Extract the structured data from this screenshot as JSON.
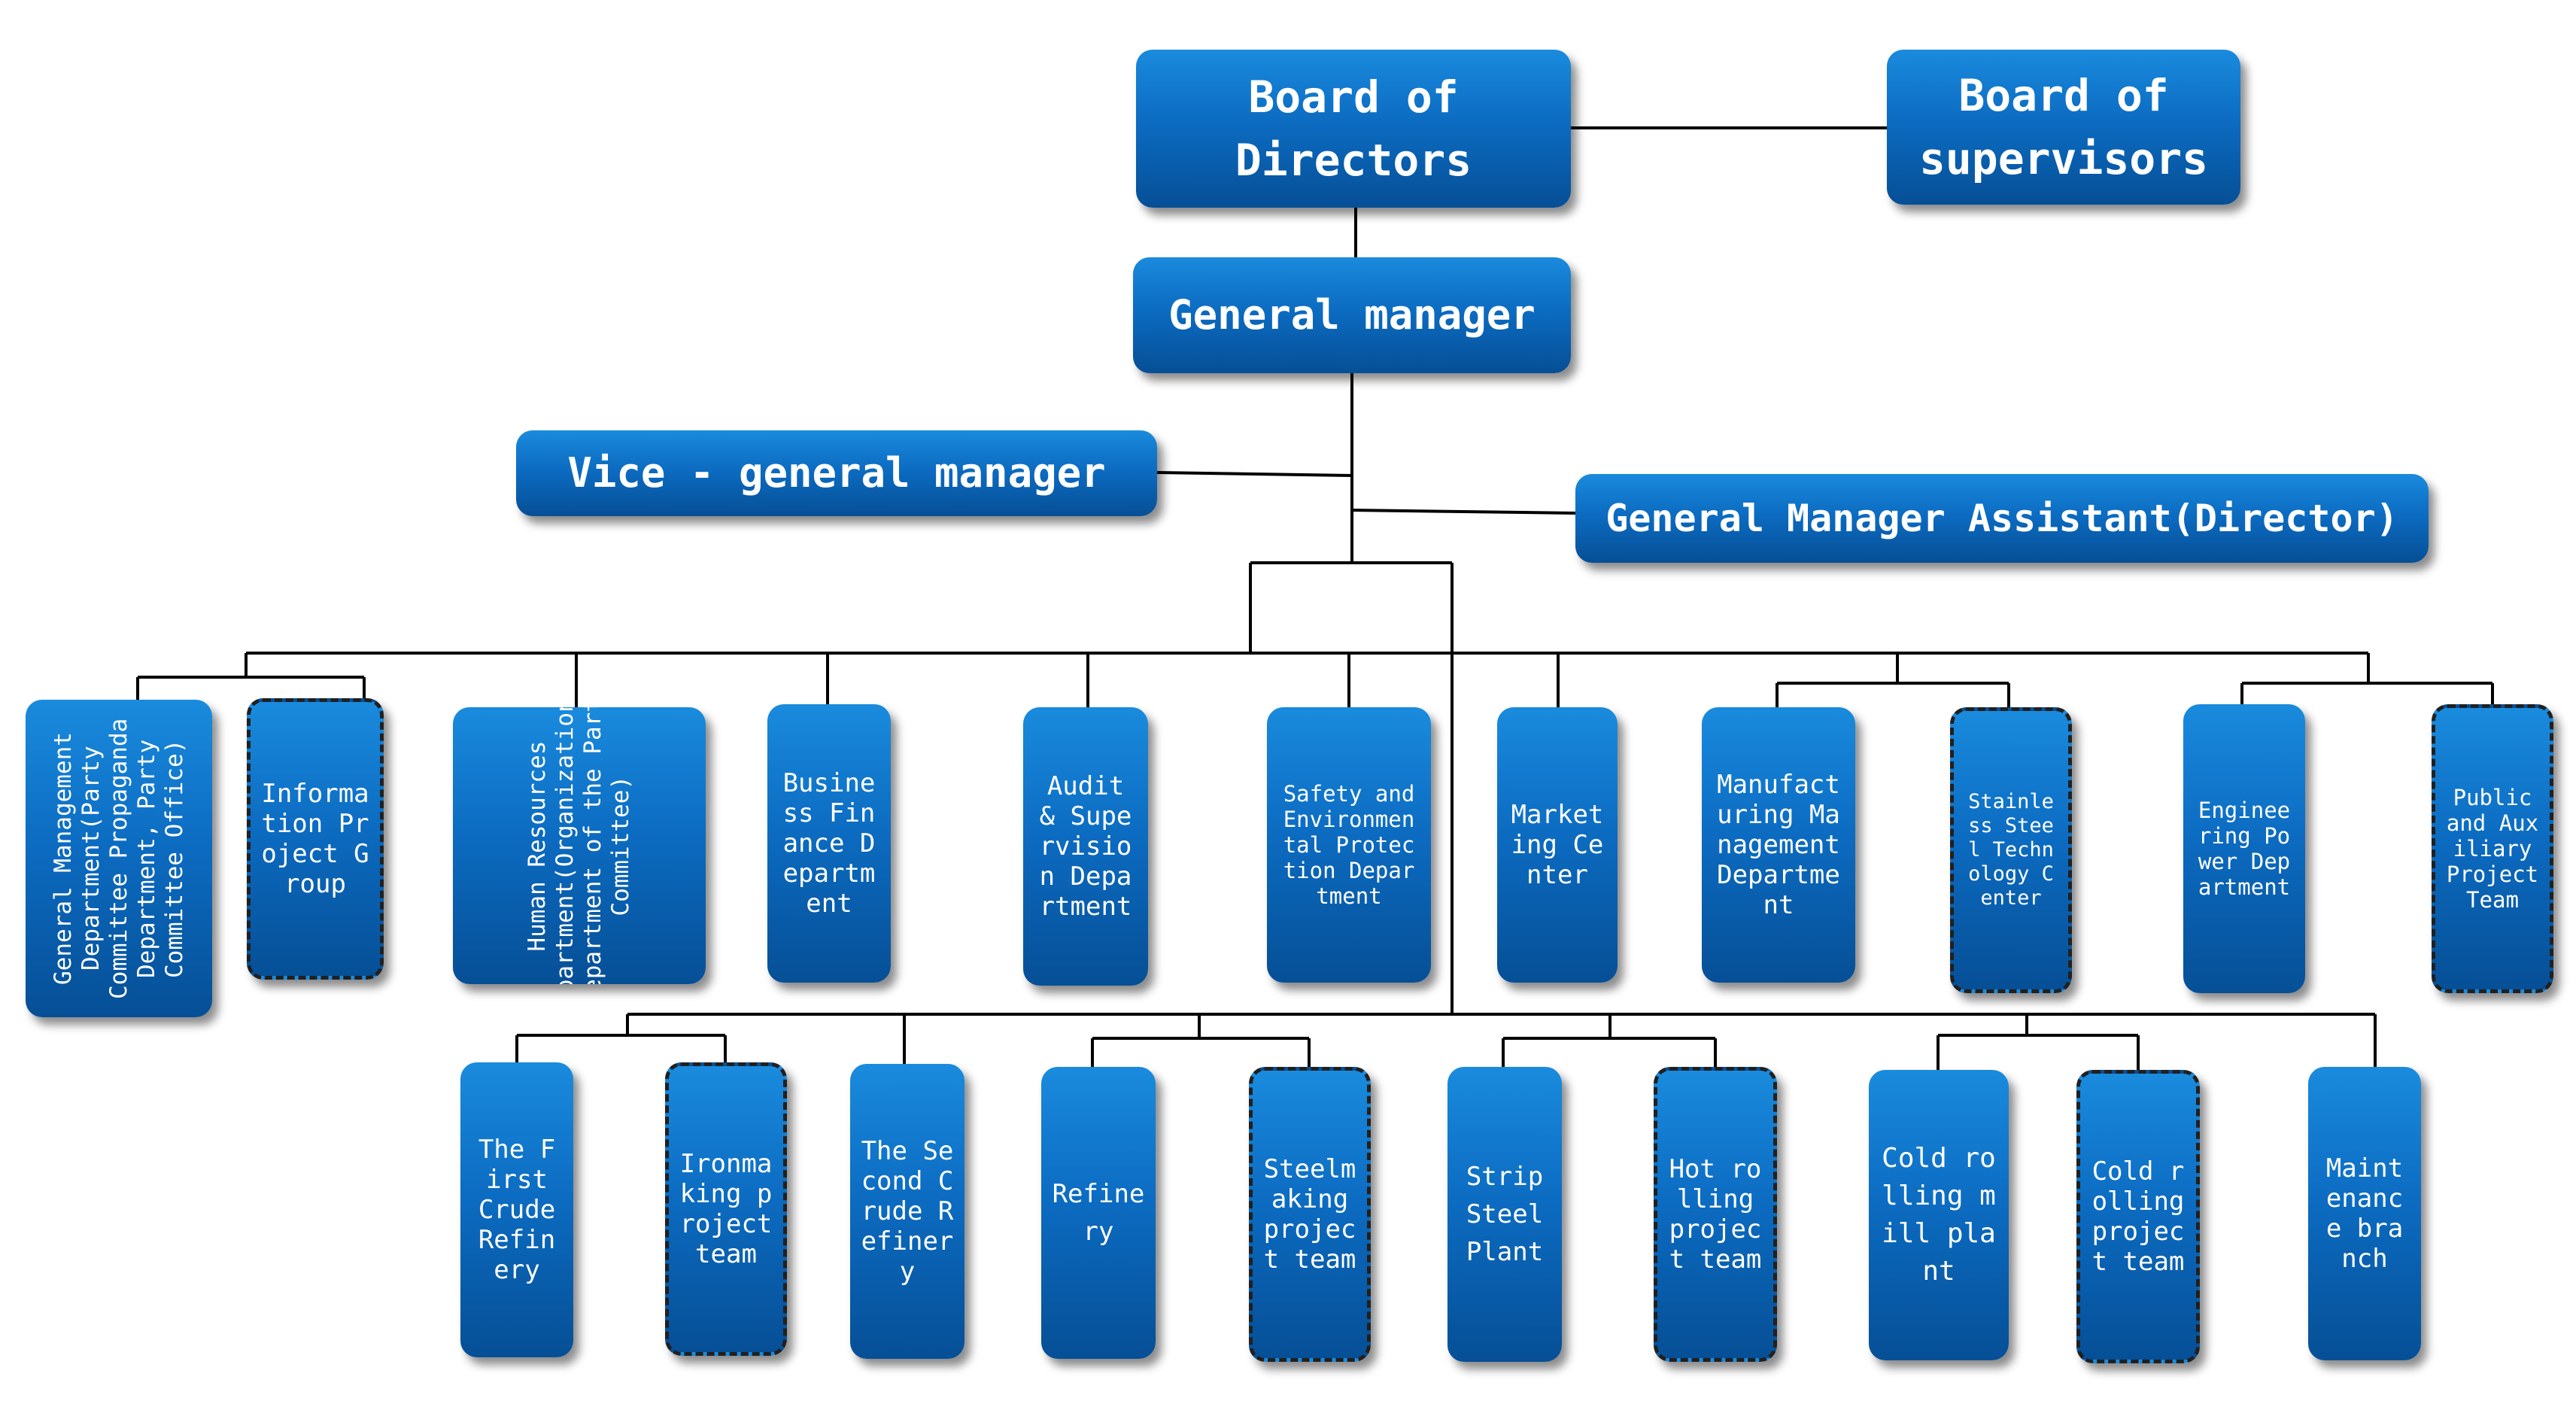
{
  "top": {
    "board_of_directors": "Board of Directors",
    "board_of_supervisors": "Board of supervisors",
    "general_manager": "General manager",
    "vice_general_manager": "Vice - general manager",
    "general_manager_assistant": "General Manager Assistant(Director)"
  },
  "departments": {
    "general_management": "General Management Department(Party Committee Propaganda Department, Party Committee Office)",
    "information_project": "Information Project Group",
    "human_resources": "Human Resources Department(Organizational Department of the Party Committee)",
    "business_finance": "Business Finance Department",
    "audit_supervision": "Audit & Supervision Department",
    "safety_environmental": "Safety and Environmental Protection Department",
    "marketing_center": "Marketing Center",
    "manufacturing_management": "Manufacturing Management Department",
    "stainless_steel_technology": "Stainless Steel Technology Center",
    "engineering_power": "Engineering Power Department",
    "public_auxiliary": "Public and Auxiliary Project Team"
  },
  "plants": {
    "first_crude_refinery": "The First Crude Refinery",
    "ironmaking_project": "Ironmaking project team",
    "second_crude_refinery": "The Second Crude Refinery",
    "refinery": "Refinery",
    "steelmaking_project": "Steelmaking project team",
    "strip_steel_plant": "Strip Steel Plant",
    "hot_rolling_project": "Hot rolling project team",
    "cold_rolling_mill": "Cold rolling mill plant",
    "cold_rolling_project": "Cold rolling project team",
    "maintenance_branch": "Maintenance branch"
  },
  "colors": {
    "box_top": "#1a8bdd",
    "box_bottom": "#064f96",
    "text": "#ffffff",
    "connector": "#000000",
    "dashed_border": "#202020"
  }
}
